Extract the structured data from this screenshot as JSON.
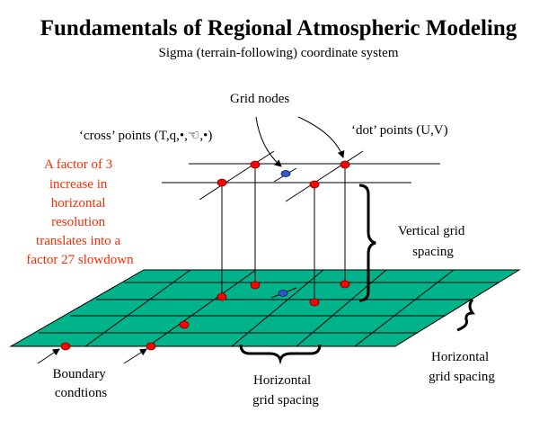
{
  "title": "Fundamentals of Regional Atmospheric Modeling",
  "subtitle": "Sigma (terrain-following) coordinate system",
  "labels": {
    "grid_nodes": "Grid nodes",
    "cross_points": "‘cross’ points (T,q,•,☜,•)",
    "dot_points": "‘dot’ points (U,V)",
    "vertical_spacing": [
      "Vertical grid",
      "spacing"
    ],
    "boundary": [
      "Boundary",
      "condtions"
    ],
    "horizontal_bottom": [
      "Horizontal",
      "grid spacing"
    ],
    "horizontal_right": [
      "Horizontal",
      "grid spacing"
    ],
    "factor_note": [
      "A factor of 3",
      "increase in",
      "horizontal",
      "resolution",
      "translates into a",
      "factor 27 slowdown"
    ]
  },
  "colors": {
    "plane": "#00b38a",
    "node_red": "#ff0000",
    "node_blue": "#3355cc",
    "note_text": "#ff2a00"
  }
}
